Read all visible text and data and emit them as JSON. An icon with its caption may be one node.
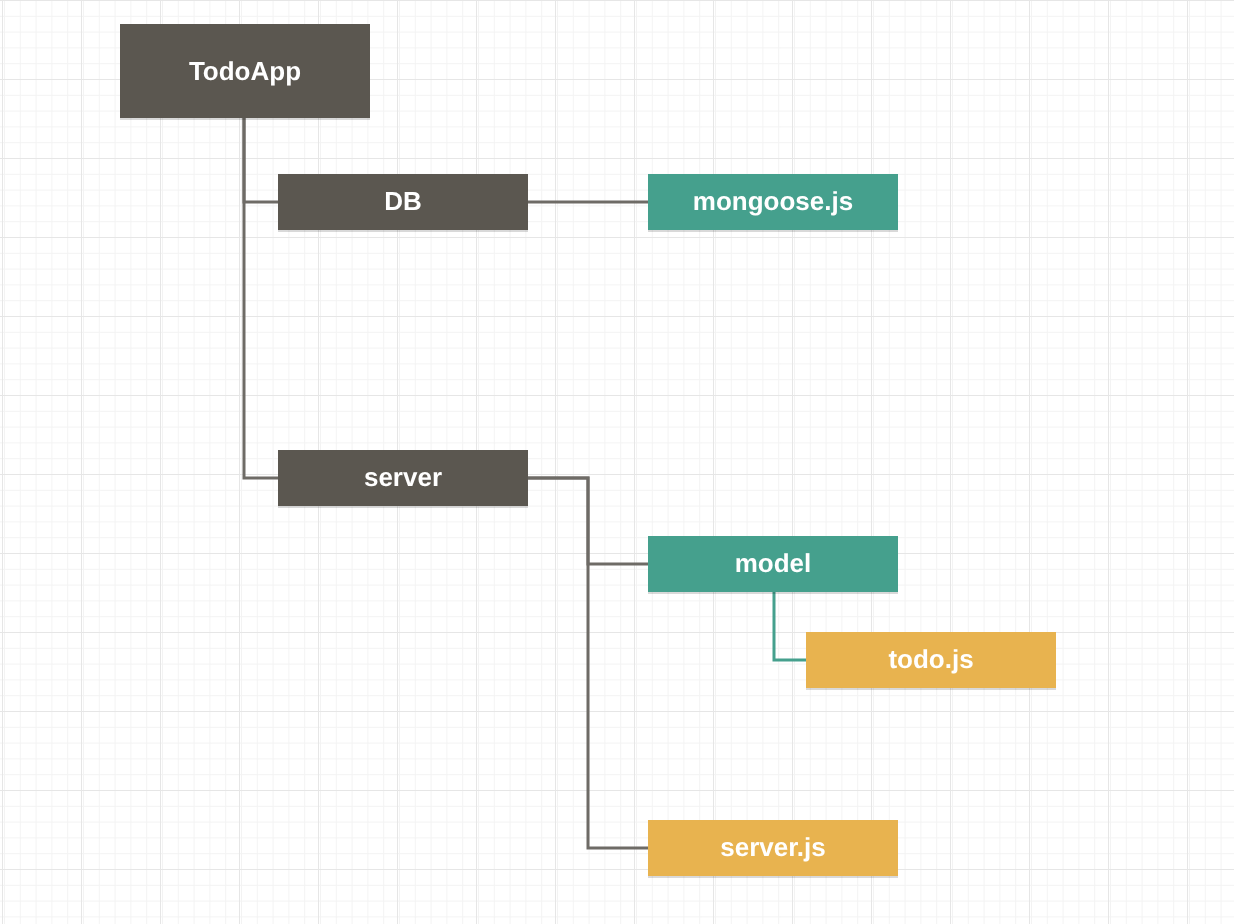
{
  "diagram": {
    "nodes": [
      {
        "text": [
          "TodoApp"
        ]
      },
      {
        "text": [
          "DB"
        ]
      },
      {
        "text": [
          "mongoose.js"
        ]
      },
      {
        "text": [
          "server"
        ]
      },
      {
        "text": [
          "model"
        ]
      },
      {
        "text": [
          "todo.js"
        ]
      },
      {
        "text": [
          "server.js"
        ]
      }
    ],
    "edges": [
      {
        "from": 0,
        "to": 1,
        "arrow": "none"
      },
      {
        "from": 0,
        "to": 3,
        "arrow": "none"
      },
      {
        "from": 1,
        "to": 2,
        "arrow": "none"
      },
      {
        "from": 3,
        "to": 4,
        "arrow": "none"
      },
      {
        "from": 3,
        "to": 6,
        "arrow": "none"
      },
      {
        "from": 4,
        "to": 5,
        "arrow": "none",
        "color": "#45a08d"
      }
    ]
  }
}
